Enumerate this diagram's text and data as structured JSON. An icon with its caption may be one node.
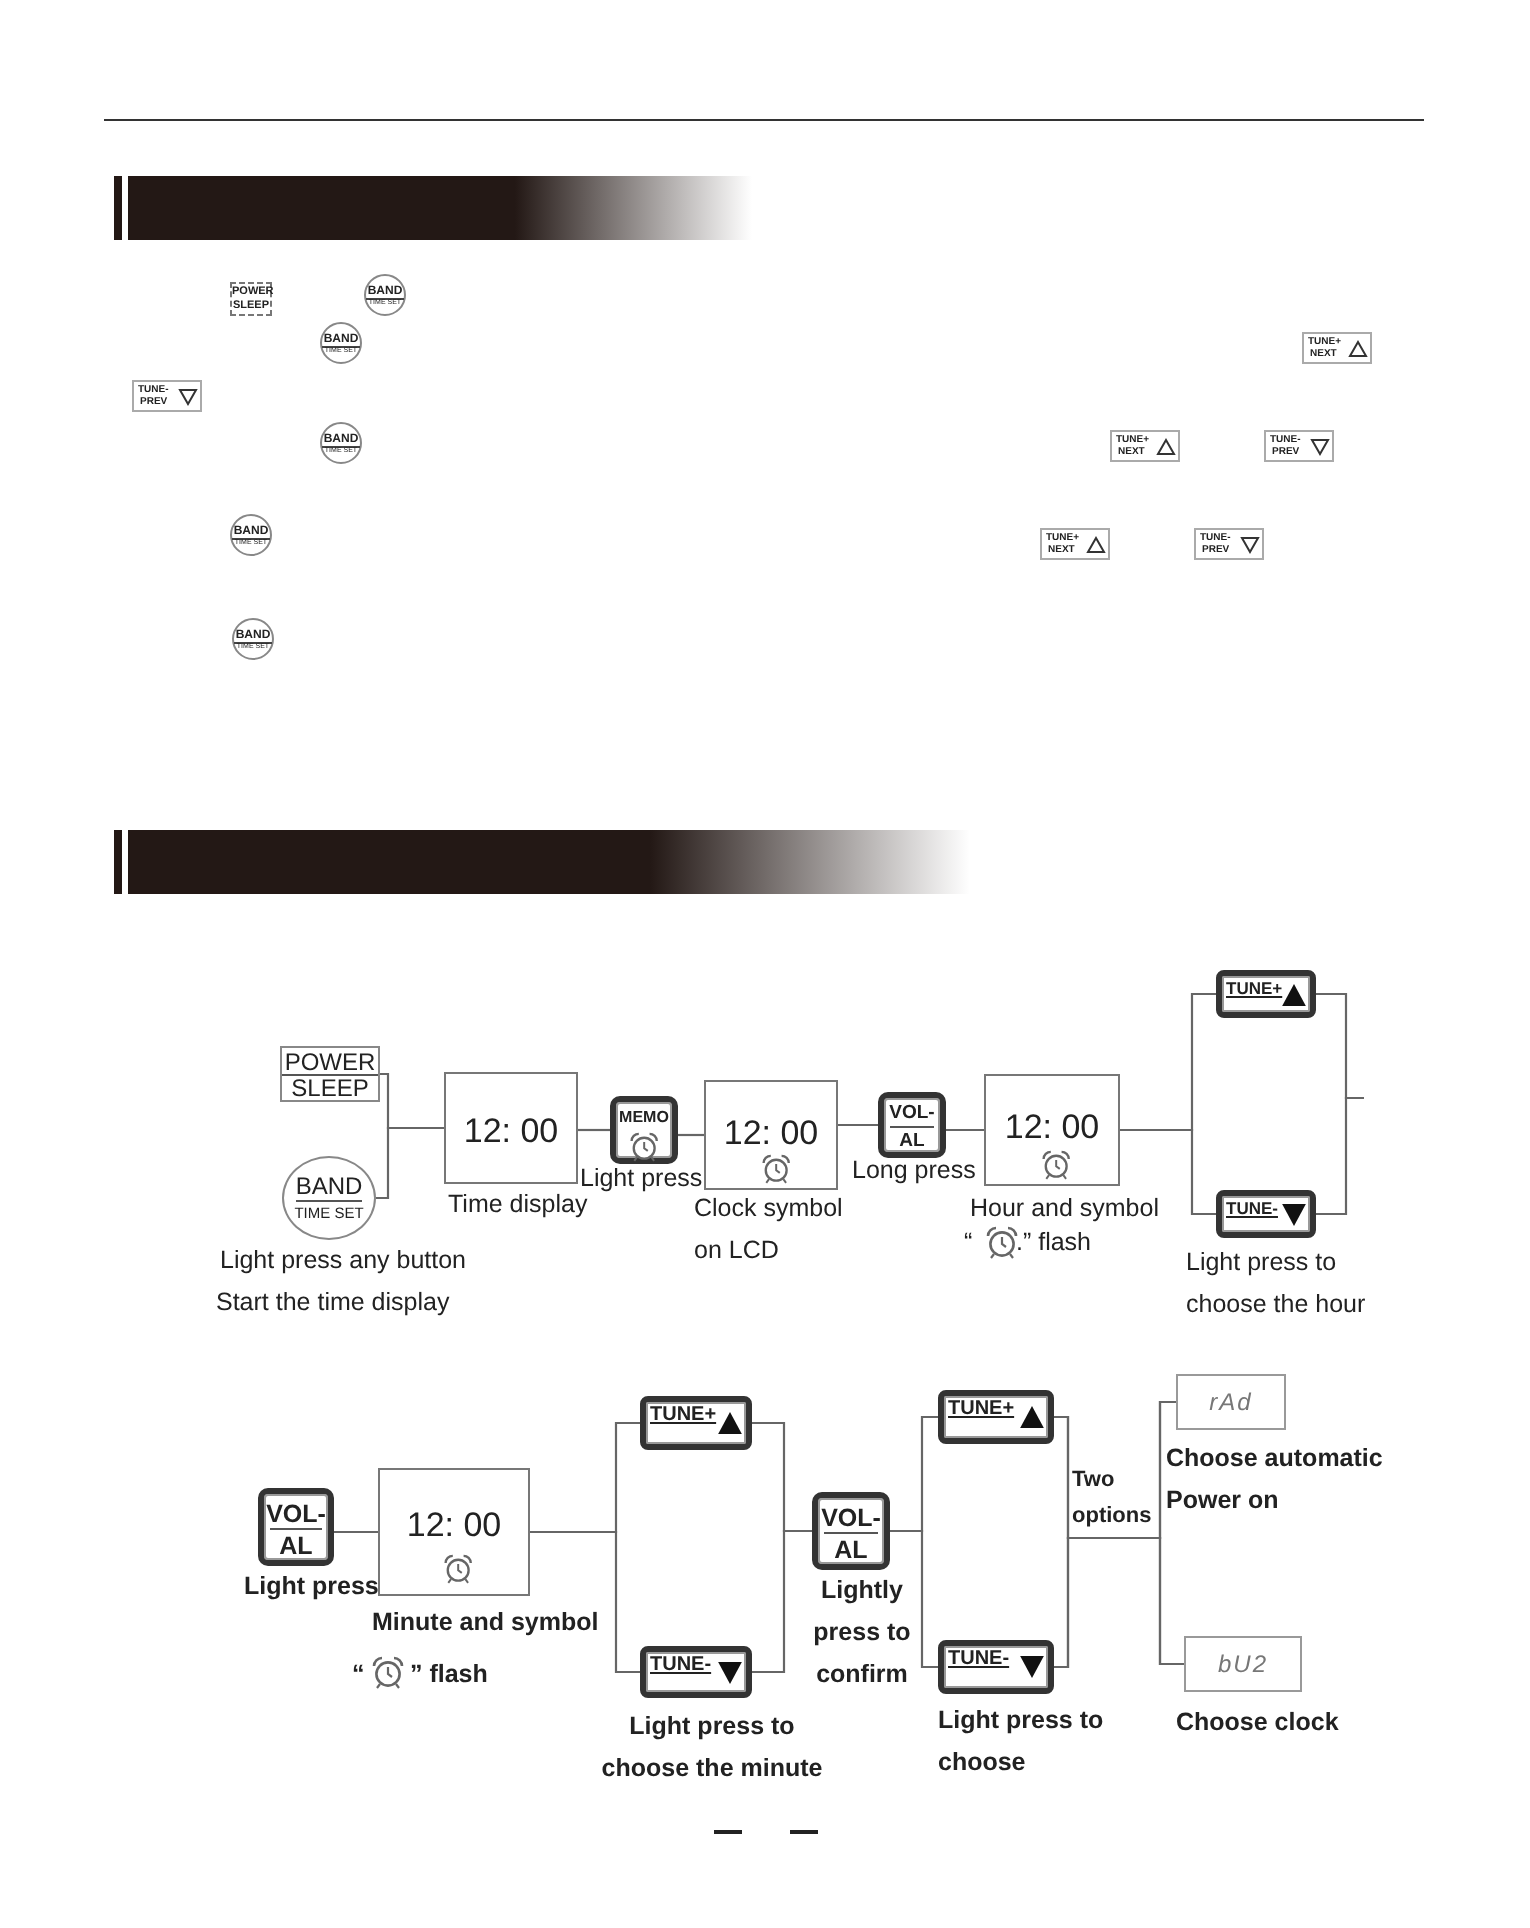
{
  "diagram": {
    "nodes": [
      {
        "text": [
          "POWER",
          "SLEEP"
        ]
      },
      {
        "text": [
          "BAND",
          "TIME SET"
        ],
        "beside": [
          "Light press any button",
          "Start the time display"
        ]
      },
      {
        "text": [
          "12: 00"
        ],
        "beside": [
          "Time display"
        ]
      },
      {
        "text": [
          "MEMO"
        ],
        "beside": [
          "Light press"
        ]
      },
      {
        "text": [
          "12: 00"
        ],
        "beside": [
          "Clock symbol on LCD"
        ]
      },
      {
        "text": [
          "VOL-",
          "AL"
        ],
        "beside": [
          "Long press"
        ]
      },
      {
        "text": [
          "12: 00"
        ],
        "beside": [
          "Hour and symbol",
          "“",
          ".” flash"
        ]
      },
      {
        "text": [
          "TUNE+"
        ]
      },
      {
        "text": [
          "TUNE-"
        ],
        "beside": [
          "Light press to choose the hour"
        ]
      },
      {
        "text": [
          "VOL-",
          "AL"
        ],
        "beside": [
          "Light press"
        ]
      },
      {
        "text": [
          "12: 00"
        ],
        "beside": [
          "Minute and symbol",
          "“",
          "” flash"
        ]
      },
      {
        "text": [
          "TUNE+"
        ]
      },
      {
        "text": [
          "TUNE-"
        ],
        "beside": [
          "Light press to choose the minute"
        ]
      },
      {
        "text": [
          "VOL-",
          "AL"
        ],
        "beside": [
          "Lightly press to confirm"
        ]
      },
      {
        "text": [
          "TUNE+"
        ]
      },
      {
        "text": [
          "TUNE-"
        ],
        "beside": [
          "Light press to choose"
        ]
      },
      {
        "text": [
          "rAd"
        ],
        "beside": [
          "Choose automatic Power on"
        ]
      },
      {
        "text": [
          "bU2"
        ],
        "beside": [
          "Choose clock"
        ]
      }
    ],
    "edges": [
      {
        "from": 0,
        "to": 2,
        "arrow": "none"
      },
      {
        "from": 1,
        "to": 2,
        "arrow": "none"
      },
      {
        "from": 2,
        "to": 3,
        "arrow": "none"
      },
      {
        "from": 3,
        "to": 4,
        "arrow": "none"
      },
      {
        "from": 4,
        "to": 5,
        "arrow": "none"
      },
      {
        "from": 5,
        "to": 6,
        "arrow": "none"
      },
      {
        "from": 6,
        "to": 7,
        "arrow": "none"
      },
      {
        "from": 6,
        "to": 8,
        "arrow": "none"
      },
      {
        "from": 7,
        "to": null,
        "arrow": "none"
      },
      {
        "from": 8,
        "to": null,
        "arrow": "none"
      },
      {
        "from": 9,
        "to": 10,
        "arrow": "none"
      },
      {
        "from": 10,
        "to": 11,
        "arrow": "none"
      },
      {
        "from": 10,
        "to": 12,
        "arrow": "none"
      },
      {
        "from": 11,
        "to": 13,
        "arrow": "none"
      },
      {
        "from": 12,
        "to": 13,
        "arrow": "none"
      },
      {
        "from": 13,
        "to": 14,
        "arrow": "none"
      },
      {
        "from": 13,
        "to": 15,
        "arrow": "none"
      },
      {
        "from": 14,
        "to": 16,
        "label": "Two options",
        "arrow": "none"
      },
      {
        "from": 14,
        "to": 17,
        "arrow": "none"
      },
      {
        "from": 15,
        "to": 16,
        "arrow": "none"
      },
      {
        "from": 15,
        "to": 17,
        "arrow": "none"
      }
    ],
    "labels": [
      "POWER",
      "SLEEP",
      "BAND",
      "TIME SET",
      "BAND",
      "TIME SET",
      "TUNE+",
      "NEXT",
      "TUNE-",
      "PREV",
      "BAND",
      "TIME SET",
      "TUNE+",
      "NEXT",
      "TUNE-",
      "PREV",
      "BAND",
      "TIME SET",
      "TUNE+",
      "NEXT",
      "TUNE-",
      "PREV",
      "BAND",
      "TIME SET"
    ]
  }
}
